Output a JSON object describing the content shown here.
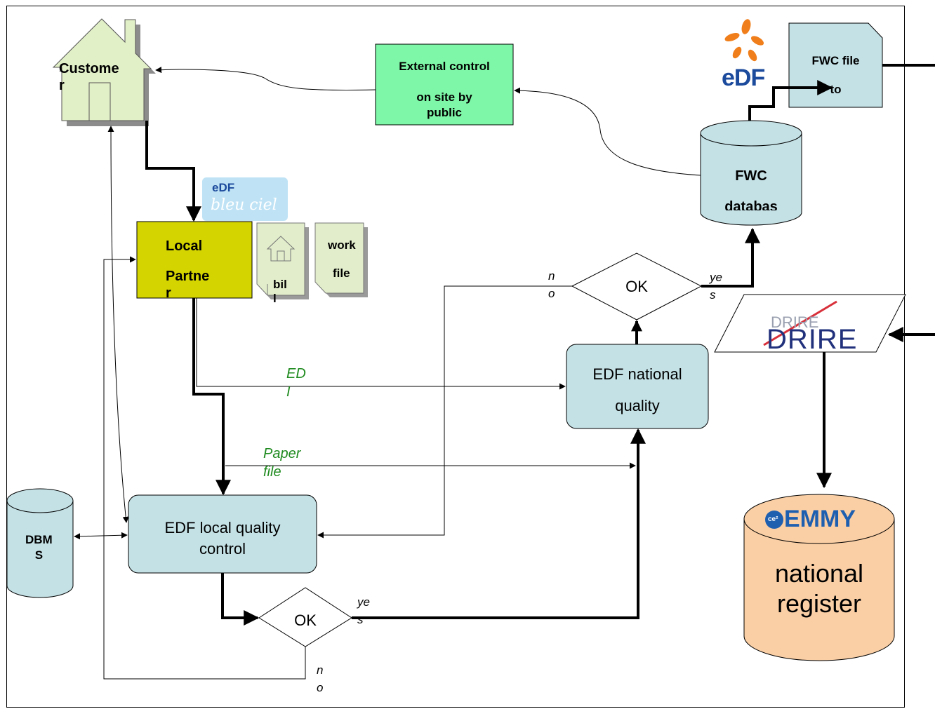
{
  "customer": {
    "label": "Custome\nr"
  },
  "external_control": {
    "line1": "External control",
    "line2": "on site by\npublic"
  },
  "edf_logo": {
    "text": "eDF"
  },
  "bleu_ciel_logo": {
    "edf": "eDF",
    "script": "bleu ciel"
  },
  "fwc_file": {
    "line1": "FWC file",
    "line2": "to"
  },
  "fwc_database": {
    "line1": "FWC",
    "line2": "databas"
  },
  "local_partner": {
    "line1": "Local",
    "line2": "Partne\nr"
  },
  "bill_doc": {
    "label": "bil\nl"
  },
  "work_file_doc": {
    "line1": "work",
    "line2": "file"
  },
  "ok_national": {
    "label": "OK",
    "no": "n\no",
    "yes": "ye\ns"
  },
  "drire_logo": {
    "faded": "DRIRE",
    "main": "DRIRE"
  },
  "edi_label": "ED\nI",
  "paper_file_label": "Paper\nfile",
  "edf_national_quality": {
    "line1": "EDF national",
    "line2": "quality"
  },
  "dbms": {
    "label": "DBM\nS"
  },
  "edf_local_quality": {
    "label": "EDF local quality\ncontrol"
  },
  "ok_local": {
    "label": "OK",
    "yes": "ye\ns",
    "no": "n\no"
  },
  "emmy": {
    "badge": "ce²",
    "title": "EMMY",
    "line1": "national",
    "line2": "register"
  },
  "colors": {
    "customer_fill": "#e2f0c8",
    "external_fill": "#7ef8a8",
    "partner_fill": "#d4d400",
    "quality_fill": "#c4e1e6",
    "register_fill": "#fbcfa5",
    "doc_fill": "#e2eecb",
    "edf_orange": "#f07e1a",
    "edf_blue": "#1c4a9c",
    "green_text": "#1e8a1e"
  }
}
